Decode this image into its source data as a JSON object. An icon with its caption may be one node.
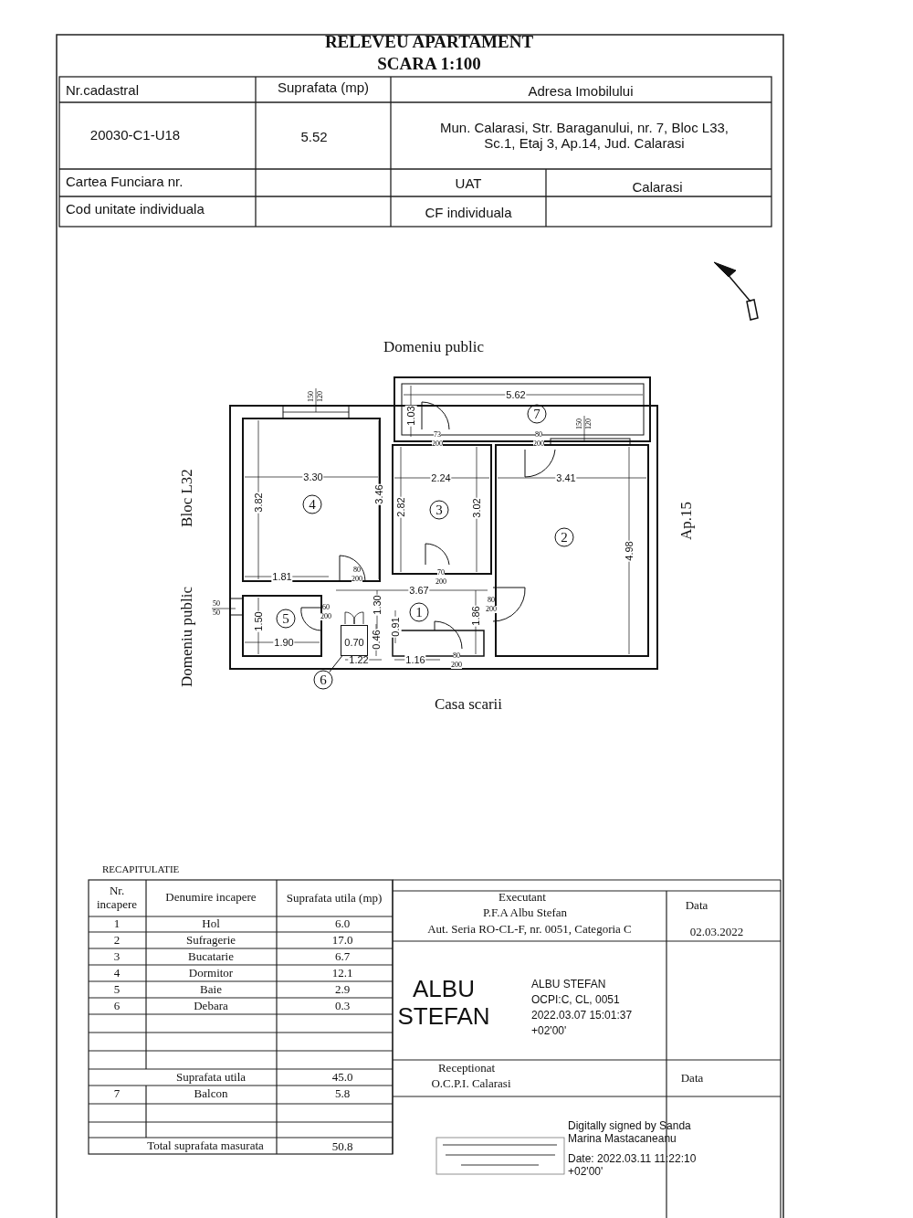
{
  "diagram": {
    "title": "RELEVEU APARTAMENT",
    "nodes": [
      {
        "text": [
          "7"
        ]
      },
      {
        "text": [
          "4"
        ]
      },
      {
        "text": [
          "3"
        ]
      },
      {
        "text": [
          "2"
        ]
      },
      {
        "text": [
          "1"
        ]
      },
      {
        "text": [
          "5"
        ]
      },
      {
        "text": [
          "6"
        ]
      },
      {
        "text": [],
        "shape": "box"
      }
    ],
    "edges": [
      {
        "from": 6,
        "to": 7,
        "arrow": "none"
      }
    ],
    "labels": [
      "SCARA 1:100",
      "Nr.cadastral",
      "Suprafata (mp)",
      "Adresa Imobilului",
      "20030-C1-U18",
      "5.52",
      "Mun. Calarasi, Str. Baraganului, nr. 7, Bloc L33, Sc.1, Etaj 3, Ap.14, Jud. Calarasi",
      "Cartea Funciara nr.",
      "UAT",
      "Calarasi",
      "Cod unitate individuala",
      "CF individuala",
      "Domeniu public",
      "Bloc L32",
      "Ap.15",
      "Domeniu public",
      "Casa scarii",
      "5.62",
      "1.03",
      "3.30",
      "2.24",
      "3.41",
      "3.82",
      "3.46",
      "2.82",
      "3.02",
      "4.98",
      "1.81",
      "3.67",
      "1.50",
      "1.30",
      "0.91",
      "1.86",
      "1.90",
      "0.70",
      "0.46",
      "1.22",
      "1.16",
      "150",
      "120",
      "150",
      "120",
      "50",
      "50",
      "73",
      "200",
      "80",
      "200",
      "80",
      "200",
      "70",
      "200",
      "60",
      "200",
      "80",
      "200",
      "80",
      "200",
      "RECAPITULATIE",
      "Nr. incapere",
      "Denumire incapere",
      "Suprafata utila (mp)",
      "1",
      "Hol",
      "6.0",
      "2",
      "Sufragerie",
      "17.0",
      "3",
      "Bucatarie",
      "6.7",
      "4",
      "Dormitor",
      "12.1",
      "5",
      "Baie",
      "2.9",
      "6",
      "Debara",
      "0.3",
      "Suprafata utila",
      "45.0",
      "7",
      "Balcon",
      "5.8",
      "Total suprafata masurata",
      "50.8",
      "Executant",
      "P.F.A Albu Stefan",
      "Aut. Seria RO-CL-F, nr. 0051, Categoria C",
      "Data",
      "02.03.2022",
      "ALBU STEFAN",
      "ALBU STEFAN",
      "OCPI:C, CL, 0051",
      "2022.03.07 15:01:37",
      "+02'00'",
      "Receptionat",
      "O.C.P.I. Calarasi",
      "Data",
      "Digitally signed by Sanda Marina Mastacaneanu",
      "Date: 2022.03.11 11:22:10 +02'00'"
    ]
  }
}
